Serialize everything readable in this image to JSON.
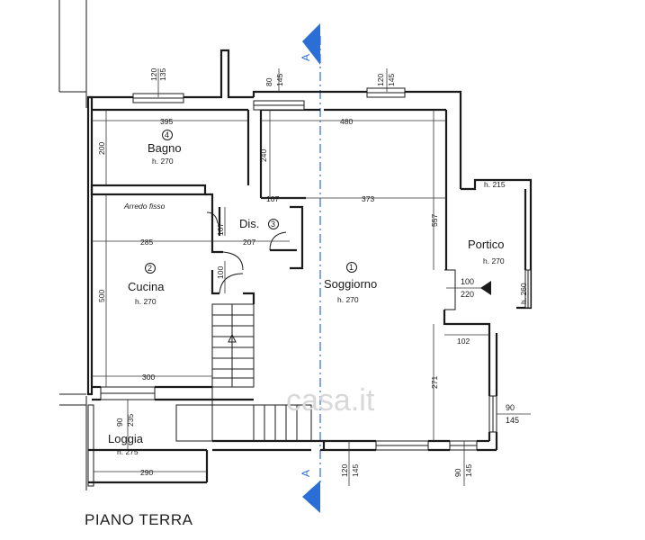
{
  "title": "PIANO TERRA",
  "watermark": "casa.it",
  "section_marker": "A",
  "rooms": {
    "bagno": {
      "number": "4",
      "name": "Bagno",
      "height": "h. 270"
    },
    "cucina": {
      "number": "2",
      "name": "Cucina",
      "height": "h. 270"
    },
    "soggiorno": {
      "number": "1",
      "name": "Soggiorno",
      "height": "h. 270"
    },
    "dis": {
      "number": "3",
      "name": "Dis."
    },
    "portico": {
      "name": "Portico",
      "height": "h. 270"
    },
    "loggia": {
      "name": "Loggia",
      "height": "h. 275"
    }
  },
  "note_arredo": "Arredo fisso",
  "dims": {
    "d395": "395",
    "d480": "480",
    "d200": "200",
    "d240": "240",
    "d107a": "107",
    "d373": "373",
    "d557": "557",
    "d285": "285",
    "d207": "207",
    "d107b": "107",
    "d100a": "100",
    "d500": "500",
    "d300": "300",
    "d271": "271",
    "d102": "102",
    "d290": "290",
    "d215": "h. 215",
    "d260": "h. 260",
    "d100b": "100",
    "d220": "220",
    "win1_w": "120",
    "win1_h": "135",
    "win2_w": "80",
    "win2_h": "145",
    "win3_w": "120",
    "win3_h": "145",
    "win4_w": "90",
    "win4_h": "235",
    "win5_w": "120",
    "win5_h": "145",
    "win6_w": "90",
    "win6_h": "145",
    "win7_w": "90",
    "win7_h": "145"
  }
}
